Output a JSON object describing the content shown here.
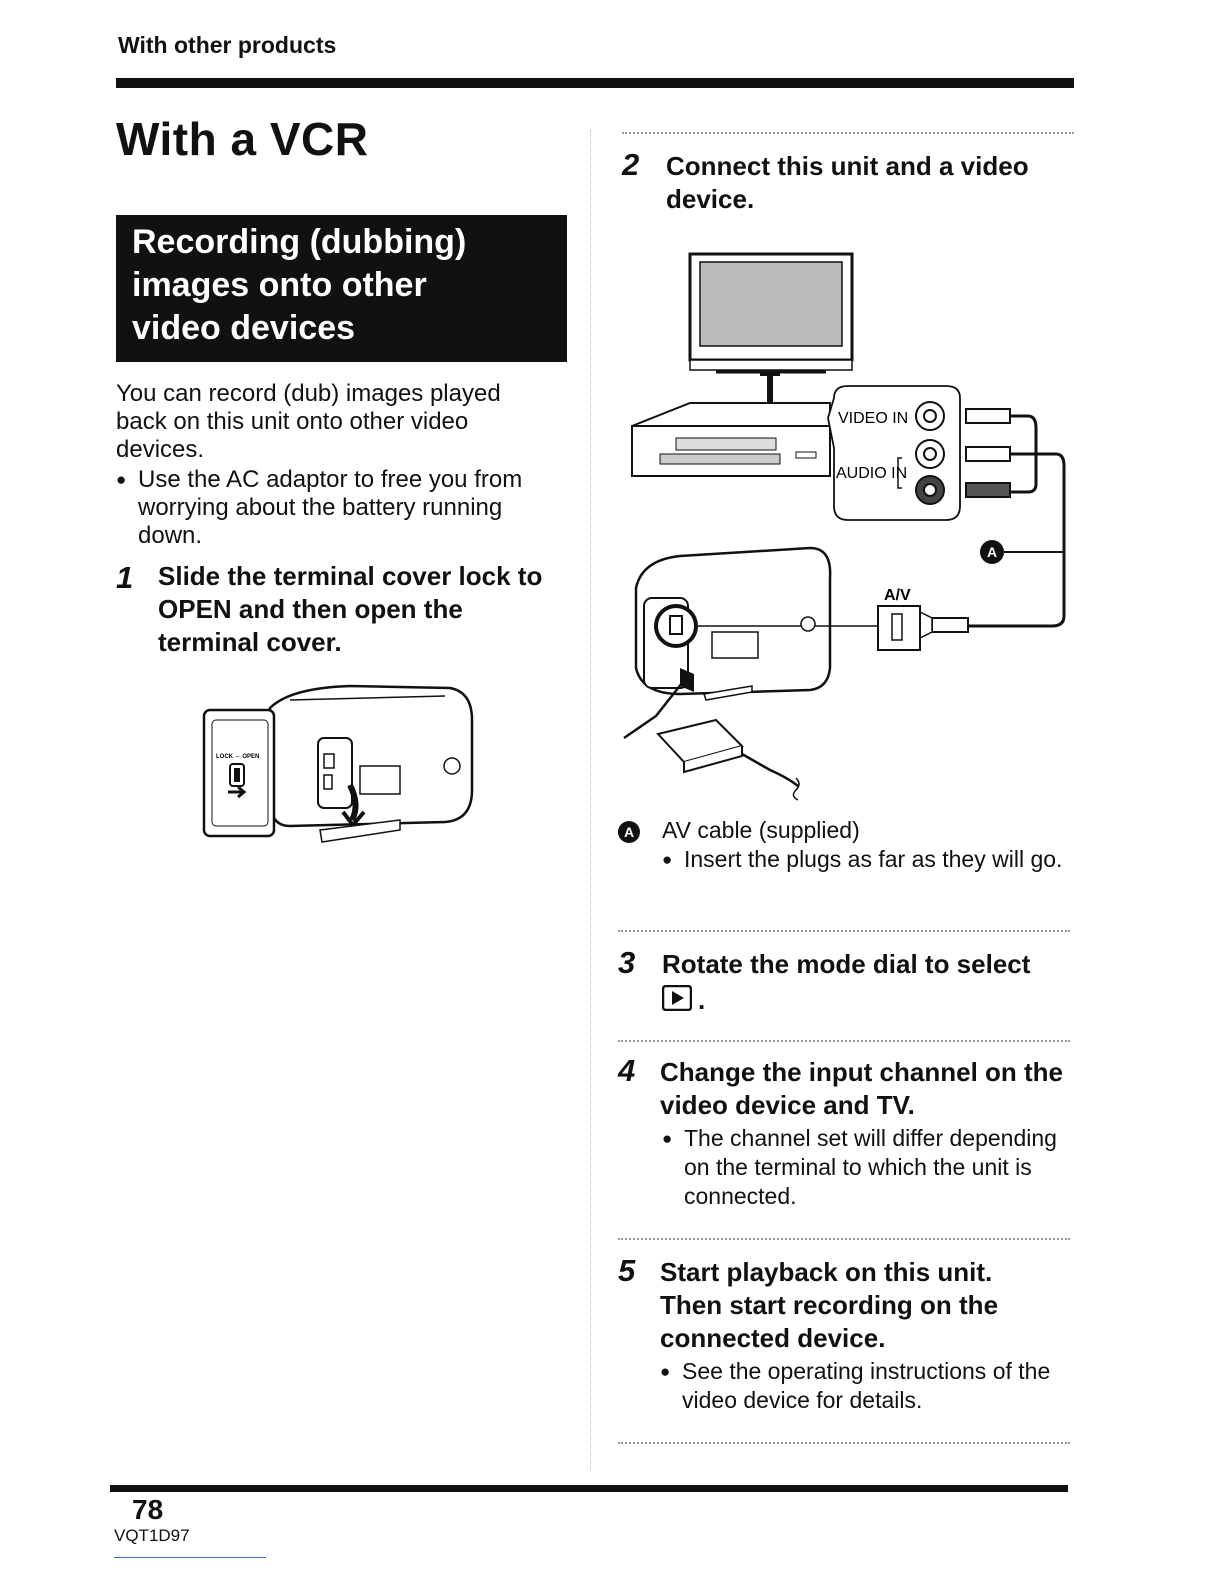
{
  "header": {
    "section_label": "With other products"
  },
  "page_title": "With a VCR",
  "black_box": {
    "lines": [
      "Recording (dubbing)",
      "images onto other",
      "video devices"
    ]
  },
  "intro": {
    "paragraph": "You can record (dub) images played back on this unit onto other video devices.",
    "bullet": "Use the AC adaptor to free you from worrying about the battery running down."
  },
  "steps": [
    {
      "num": "1",
      "text": "Slide the terminal cover lock to OPEN and then open the terminal cover."
    },
    {
      "num": "2",
      "text": "Connect this unit and a video device."
    },
    {
      "num": "3",
      "text": "Rotate the mode dial to select"
    },
    {
      "num": "4",
      "text": "Change the input channel on the video device and TV.",
      "bullet": "The channel set will differ depending on the terminal to which the unit is connected."
    },
    {
      "num": "5",
      "text": "Start playback on this unit. Then start recording on the connected device.",
      "bullet": "See the operating instructions of the video device for details."
    }
  ],
  "figure1": {
    "lock_label": "LOCK ⇔ OPEN"
  },
  "figure2": {
    "video_in": "VIDEO IN",
    "audio_in": "AUDIO IN",
    "av_label": "A/V",
    "callout": "A"
  },
  "legend": {
    "marker": "A",
    "item": "AV cable (supplied)",
    "bullet": "Insert the plugs as far as they will go."
  },
  "footer": {
    "page_number": "78",
    "doc_code": "VQT1D97"
  }
}
